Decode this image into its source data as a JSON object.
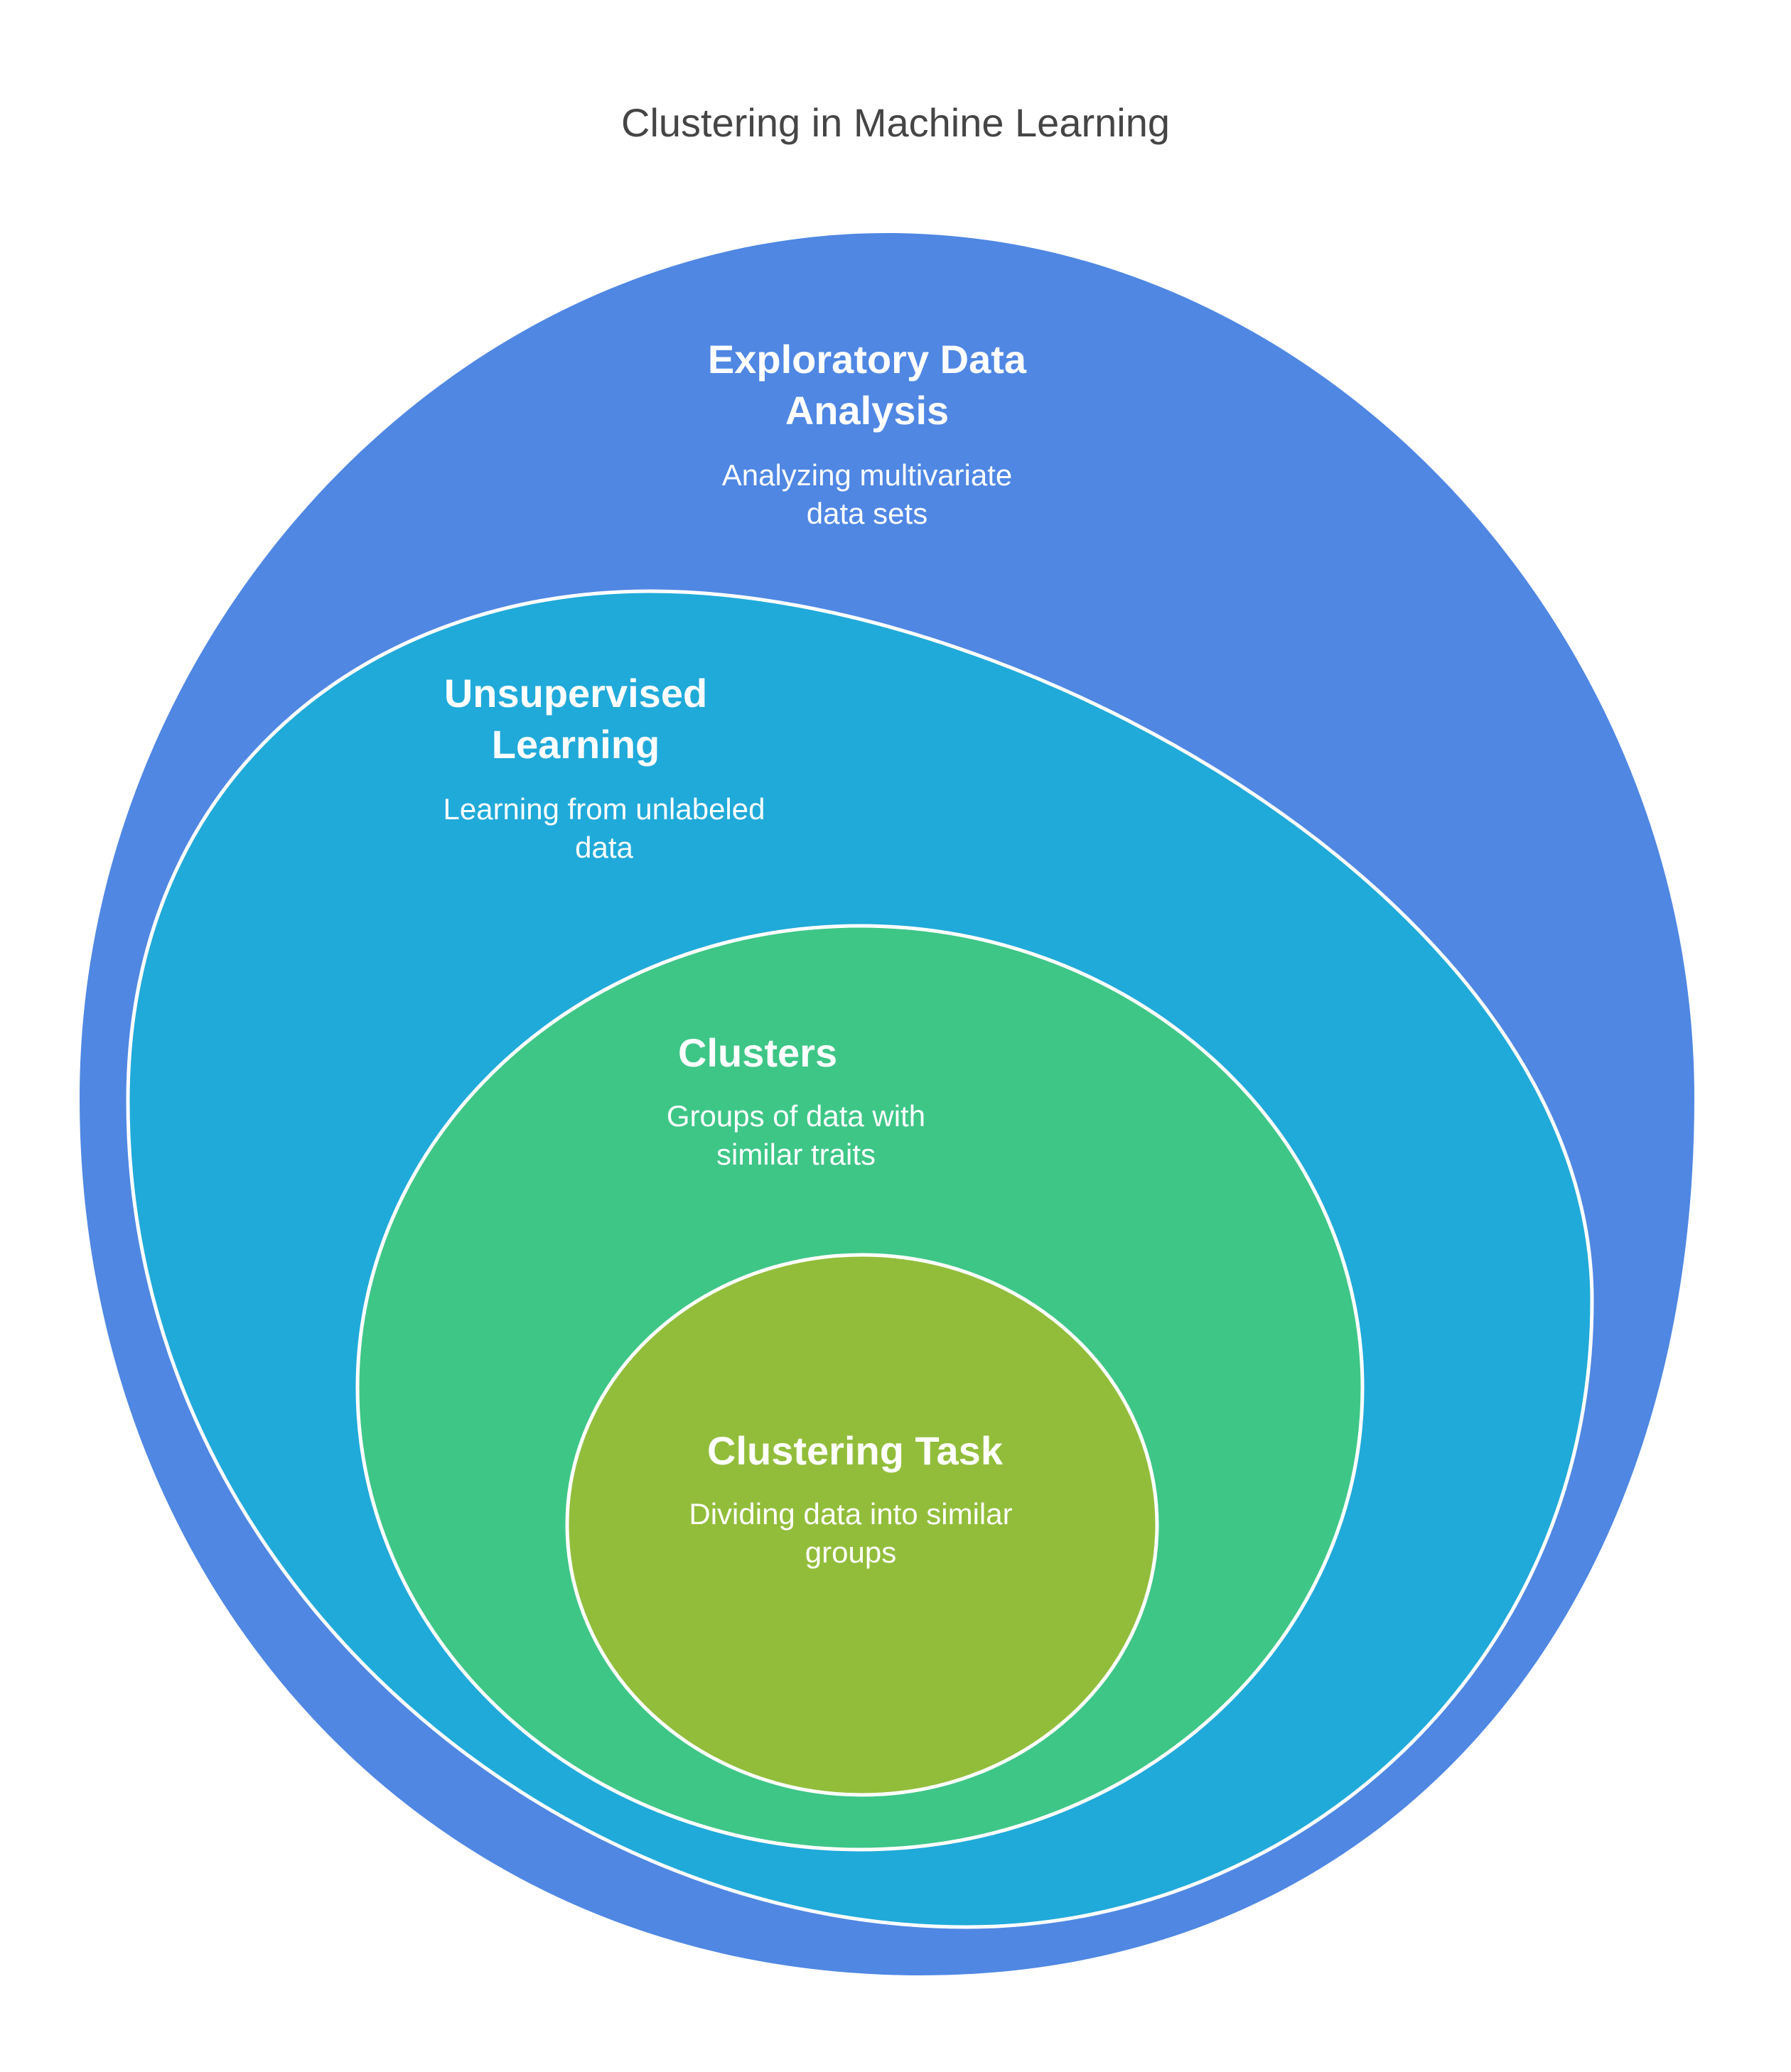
{
  "title": "Clustering in Machine Learning",
  "colors": {
    "background": "#ffffff",
    "title_text": "#454545",
    "label_text": "#ffffff",
    "outline": "#ffffff"
  },
  "layers": [
    {
      "title": "Exploratory Data Analysis",
      "title_lines": [
        "Exploratory Data",
        "Analysis"
      ],
      "description": "Analyzing multivariate data sets",
      "description_lines": [
        "Analyzing multivariate",
        "data sets"
      ],
      "color": "#4f87e3"
    },
    {
      "title": "Unsupervised Learning",
      "title_lines": [
        "Unsupervised",
        "Learning"
      ],
      "description": "Learning from unlabeled data",
      "description_lines": [
        "Learning from unlabeled",
        "data"
      ],
      "color": "#20aad9"
    },
    {
      "title": "Clusters",
      "title_lines": [
        "Clusters"
      ],
      "description": "Groups of data with similar traits",
      "description_lines": [
        "Groups of data with",
        "similar traits"
      ],
      "color": "#3ec687"
    },
    {
      "title": "Clustering Task",
      "title_lines": [
        "Clustering Task"
      ],
      "description": "Dividing data into similar groups",
      "description_lines": [
        "Dividing data into similar",
        "groups"
      ],
      "color": "#92bd3b"
    }
  ]
}
